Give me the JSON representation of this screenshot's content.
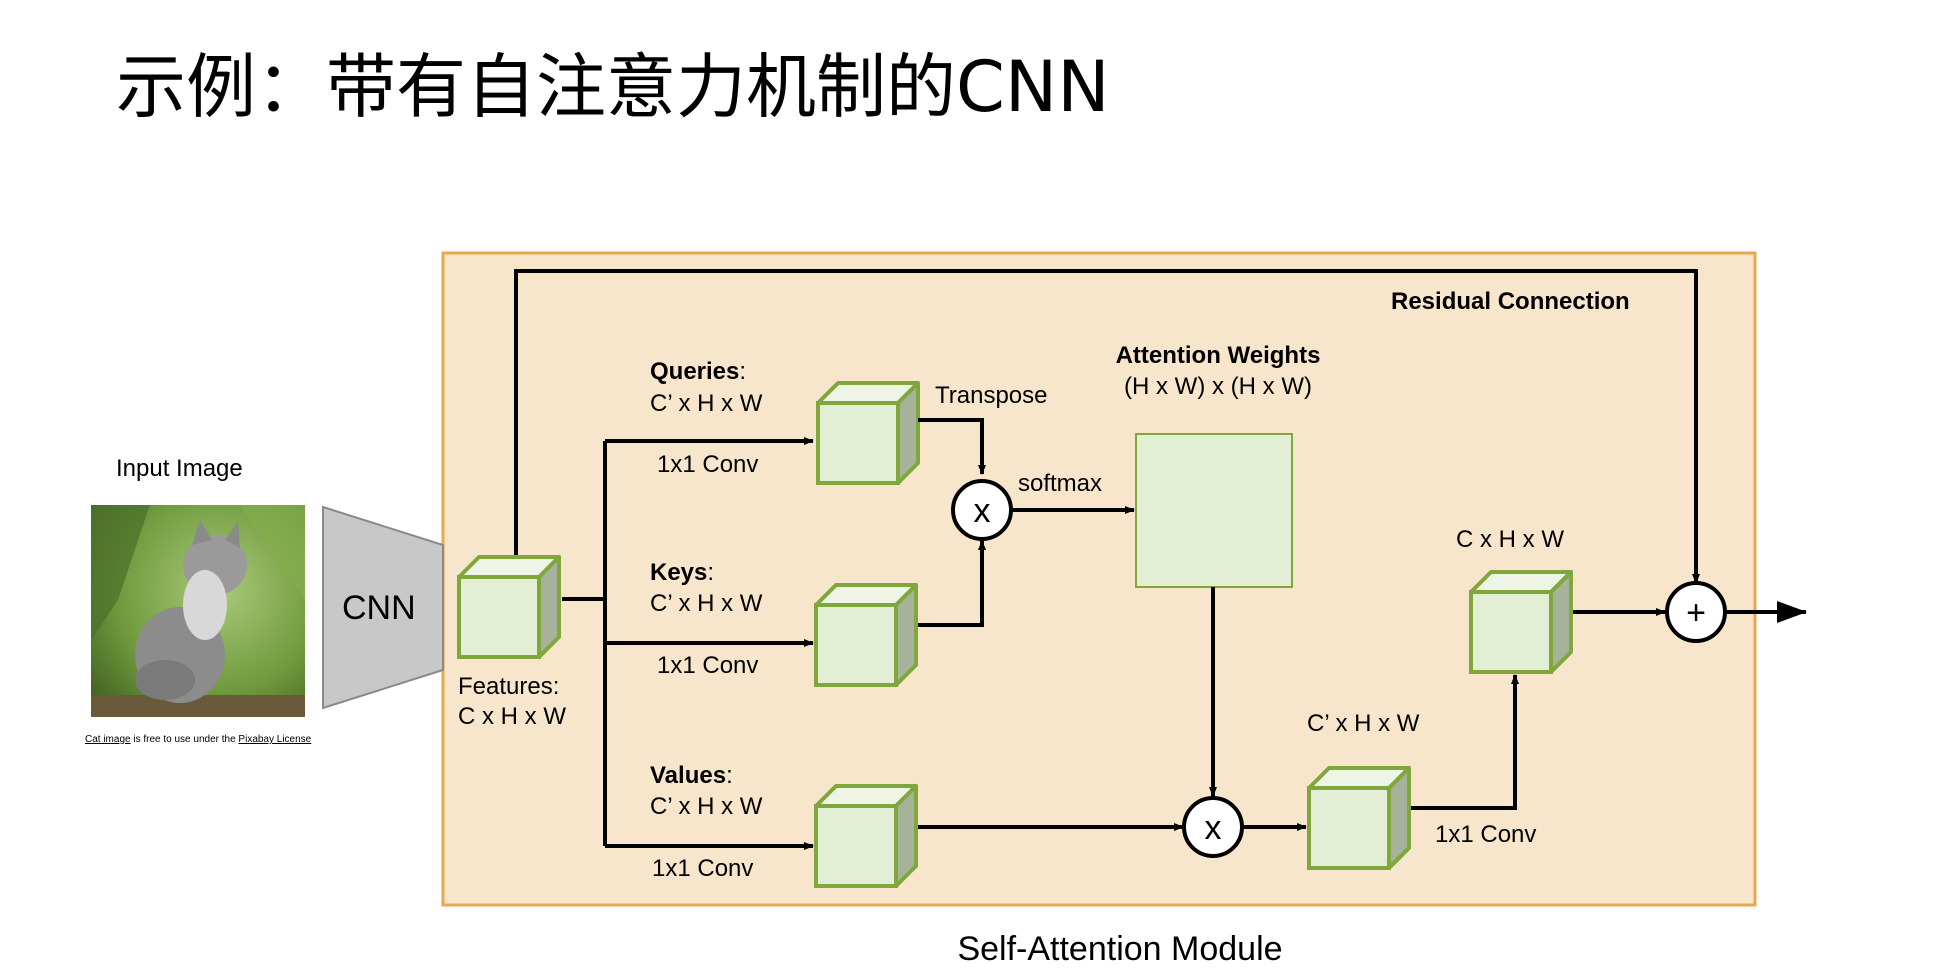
{
  "title": "示例：带有自注意力机制的CNN",
  "diagram": {
    "module_caption": "Self-Attention Module",
    "residual_label": "Residual Connection",
    "input_image_label": "Input Image",
    "cnn_label": "CNN",
    "credit": {
      "link1": "Cat image",
      "middle": " is free to use under the ",
      "link2": "Pixabay License"
    },
    "features": {
      "name": "Features:",
      "dims": "C x H x W"
    },
    "queries": {
      "name": "Queries",
      "colon": ":",
      "dims": "C’ x H x W",
      "conv": "1x1 Conv"
    },
    "keys": {
      "name": "Keys",
      "colon": ":",
      "dims": "C’ x H x W",
      "conv": "1x1 Conv"
    },
    "values": {
      "name": "Values",
      "colon": ":",
      "dims": "C’ x H x W",
      "conv": "1x1 Conv"
    },
    "transpose_label": "Transpose",
    "softmax_label": "softmax",
    "attention": {
      "name": "Attention Weights",
      "dims": "(H x W) x (H x W)"
    },
    "out_dims": "C’ x H x W",
    "proj_dims": "C x H x W",
    "proj_conv": "1x1 Conv",
    "multiply_symbol": "x",
    "add_symbol": "+"
  },
  "colors": {
    "module_fill": "#f7e6cb",
    "module_border": "#e7a94f",
    "cube_face": "#e3efd4",
    "cube_edge": "#7fa73c",
    "cube_side": "#a6b39a",
    "cnn_trapezoid": "#c8c8c8"
  }
}
